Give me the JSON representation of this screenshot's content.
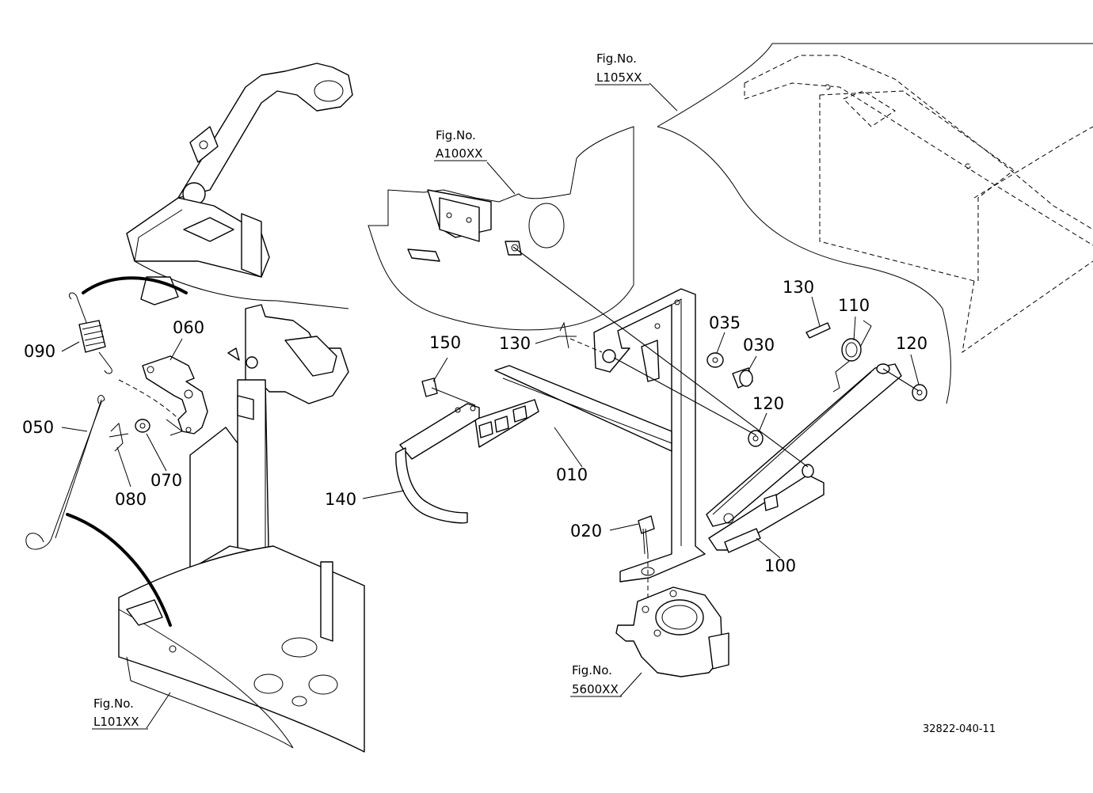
{
  "figure_refs": [
    {
      "line1": "Fig.No.",
      "line2": "L105XX"
    },
    {
      "line1": "Fig.No.",
      "line2": "A100XX"
    },
    {
      "line1": "Fig.No.",
      "line2": "5600XX"
    },
    {
      "line1": "Fig.No.",
      "line2": "L101XX"
    }
  ],
  "part_labels": [
    "090",
    "060",
    "050",
    "080",
    "070",
    "150",
    "130",
    "035",
    "030",
    "130",
    "110",
    "120",
    "120",
    "010",
    "140",
    "020",
    "100"
  ],
  "drawing_code": "32822-040-11"
}
